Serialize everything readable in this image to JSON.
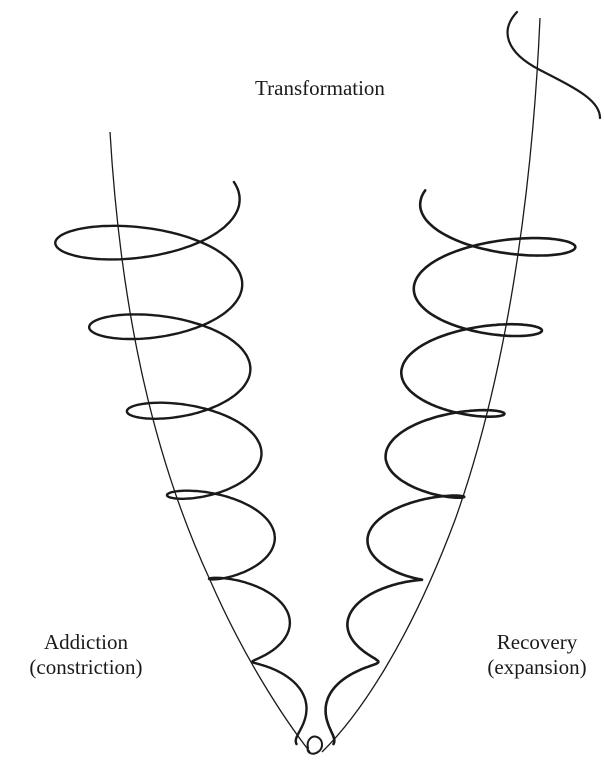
{
  "diagram": {
    "top_label": "Transformation",
    "left_label": {
      "line1": "Addiction",
      "line2": "(constriction)"
    },
    "right_label": {
      "line1": "Recovery",
      "line2": "(expansion)"
    },
    "stroke_color": "#1a1a1a",
    "background_color": "#ffffff"
  }
}
